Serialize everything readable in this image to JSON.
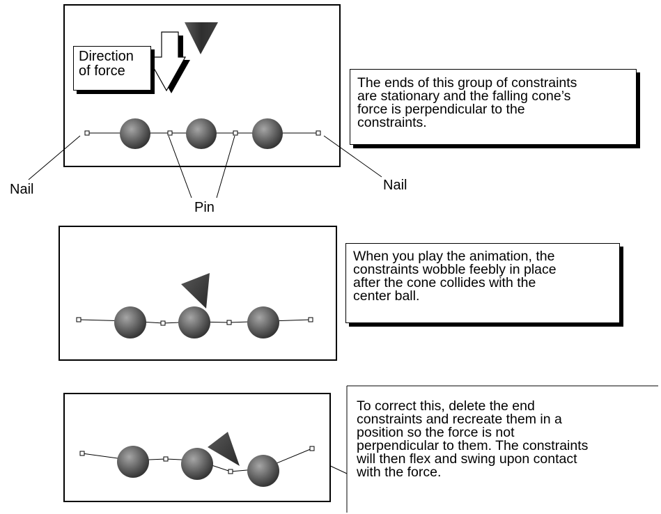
{
  "colors": {
    "ink": "#000000",
    "ball_highlight": "#9a9a9a",
    "ball_shadow": "#2c2c2c",
    "cone": "#3a3a3a"
  },
  "panel1": {
    "direction_label": "Direction\nof force",
    "callout": "The ends of this group of constraints\nare stationary and the falling cone’s\nforce is perpendicular to the\nconstraints."
  },
  "labels": {
    "nail_left": "Nail",
    "nail_right": "Nail",
    "pin": "Pin"
  },
  "panel2": {
    "callout": "When you play the animation, the\nconstraints wobble feebly in place\nafter the cone collides with the\ncenter ball."
  },
  "panel3": {
    "callout": "To correct this, delete the end\nconstraints and recreate them in a\nposition so the force is not\nperpendicular to them. The constraints\nwill then flex and swing upon contact\nwith the force."
  }
}
